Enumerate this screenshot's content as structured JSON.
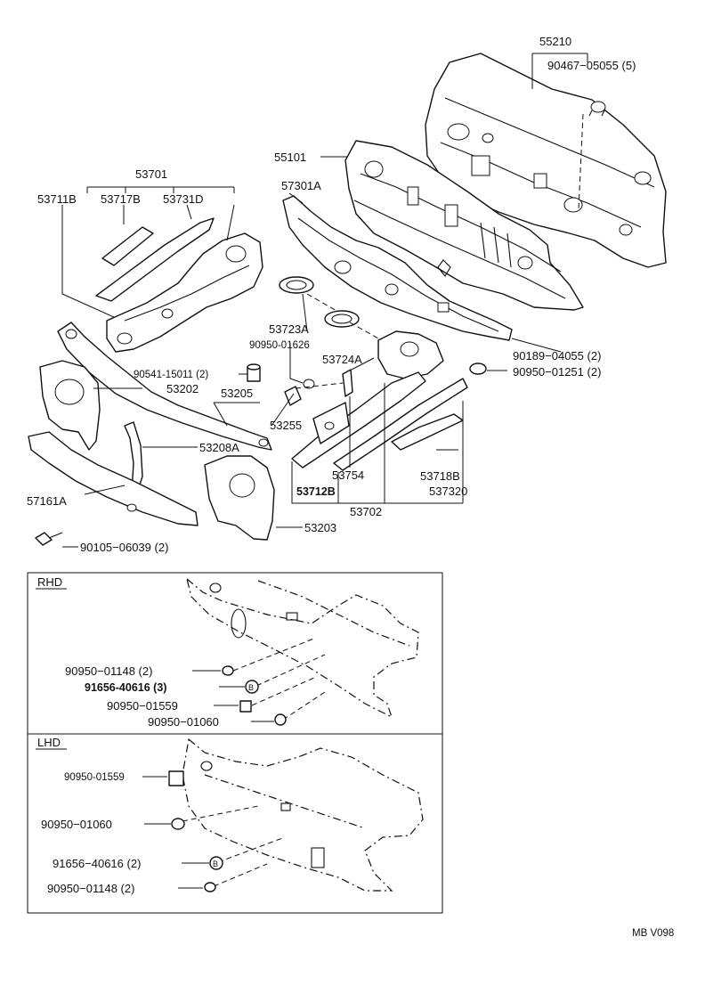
{
  "diagram_code": "MB V098",
  "labels": {
    "p55210": "55210",
    "p90467": "90467−05055 (5)",
    "p55101": "55101",
    "p57301a": "57301A",
    "p53701": "53701",
    "p53711b": "53711B",
    "p53717b": "53717B",
    "p53731d": "53731D",
    "p53723a": "53723A",
    "p90950_01626": "90950-01626",
    "p53724a": "53724A",
    "p90189": "90189−04055 (2)",
    "p90950_01251": "90950−01251 (2)",
    "p90541": "90541-15011 (2)",
    "p53202": "53202",
    "p53205": "53205",
    "p53255": "53255",
    "p53208a": "53208A",
    "p53754": "53754",
    "p53718b": "53718B",
    "p53712b": "53712B",
    "p537320": "537320",
    "p57161a": "57161A",
    "p53702": "53702",
    "p53203": "53203",
    "p90105": "90105−06039 (2)"
  },
  "rhd": {
    "title": "RHD",
    "items": [
      "90950−01148 (2)",
      "91656-40616 (3)",
      "90950−01559",
      "90950−01060"
    ]
  },
  "lhd": {
    "title": "LHD",
    "items": [
      "90950-01559",
      "90950−01060",
      "91656−40616 (2)",
      "90950−01148 (2)"
    ]
  }
}
